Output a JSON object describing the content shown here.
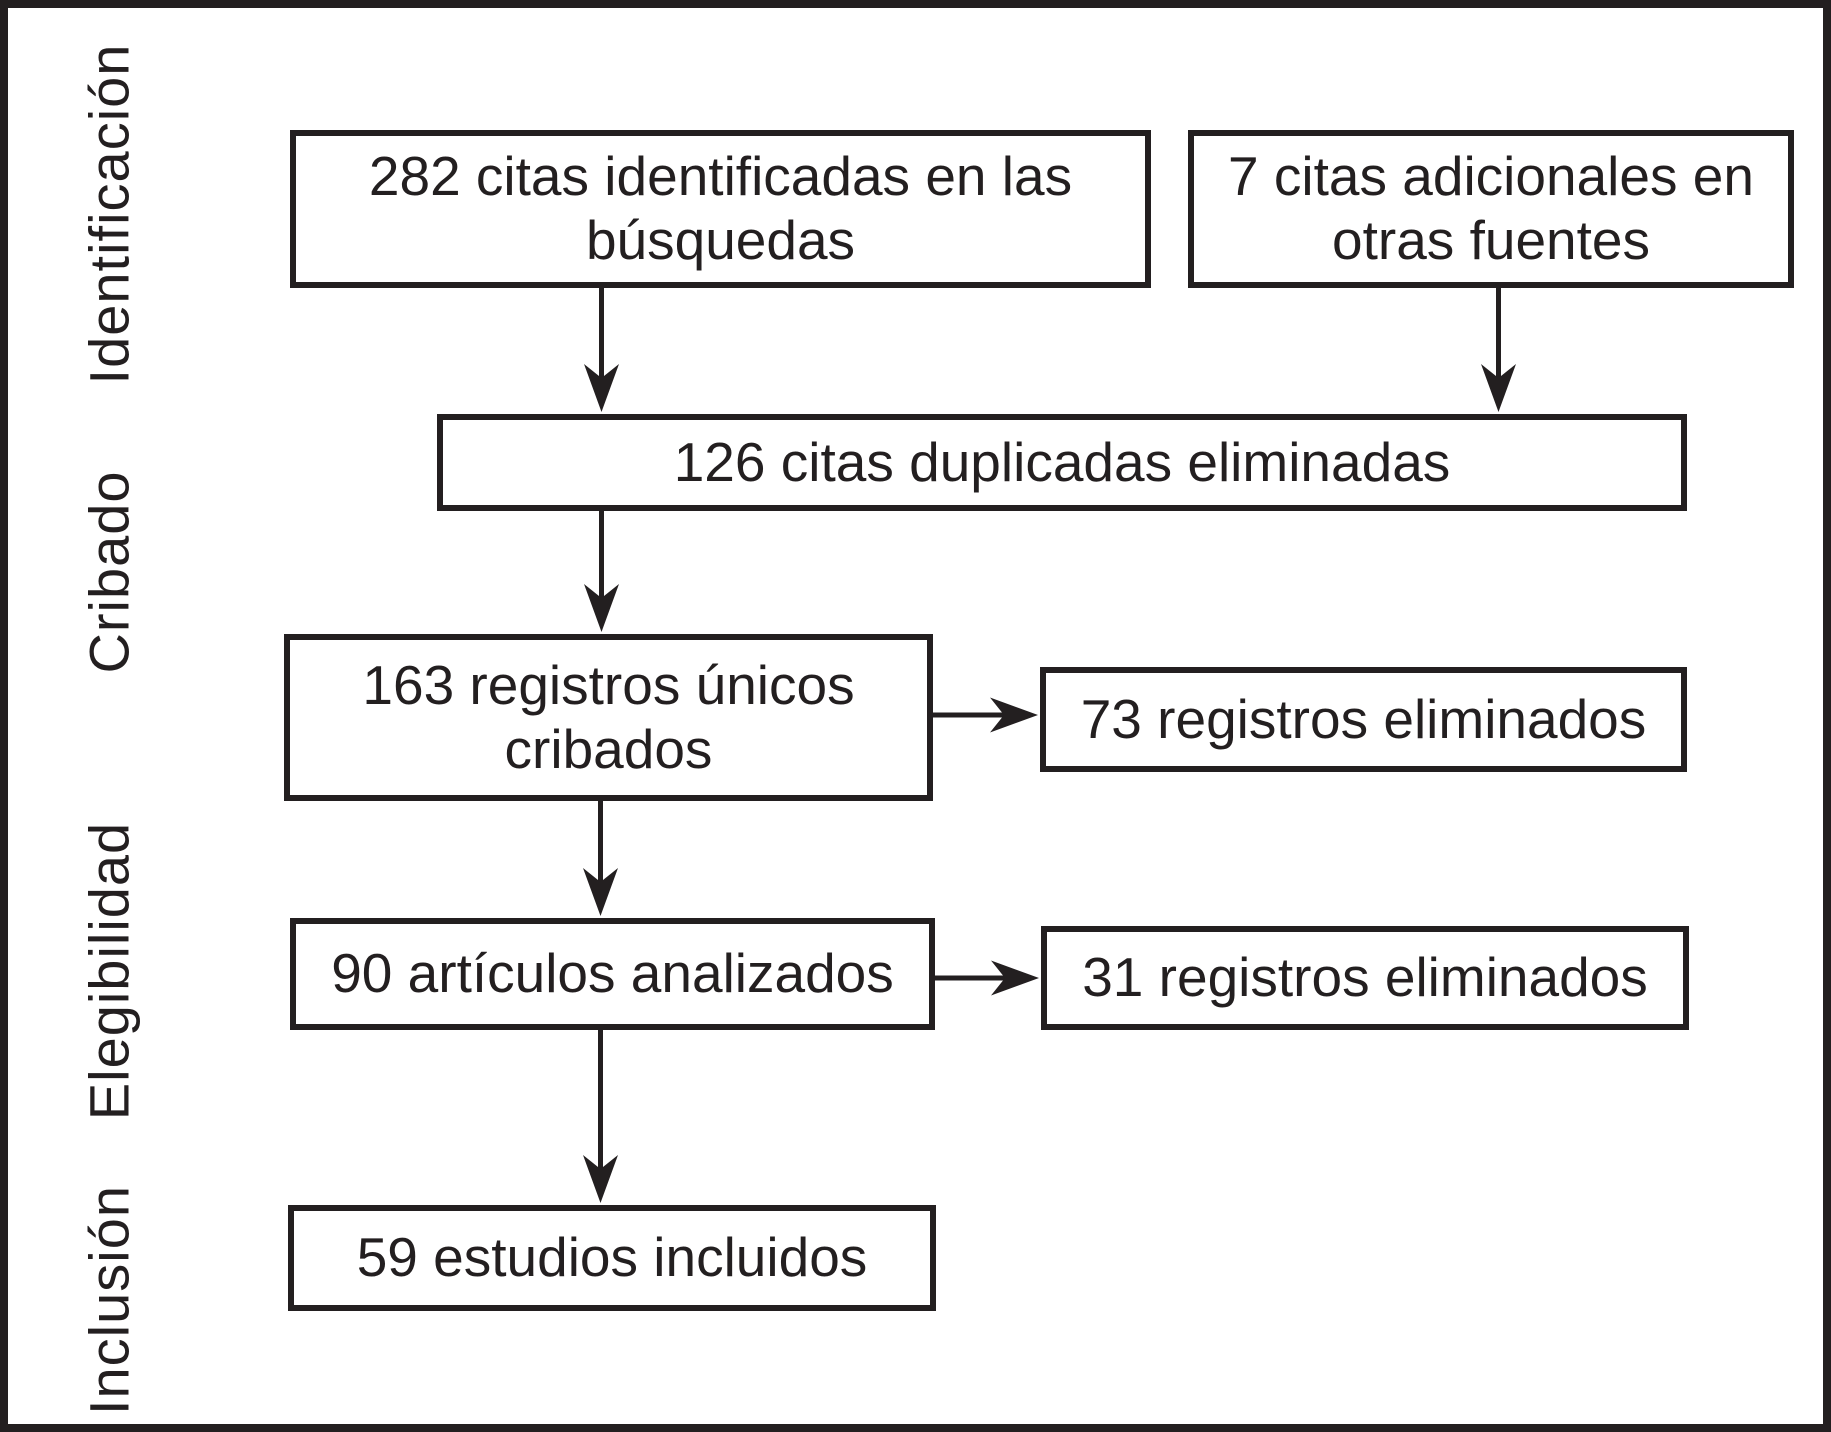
{
  "diagram": {
    "title": "PRISMA flow diagram (Spanish)",
    "stages": [
      {
        "label": "Identificación"
      },
      {
        "label": "Cribado"
      },
      {
        "label": "Elegibilidad"
      },
      {
        "label": "Inclusión"
      }
    ],
    "boxes": {
      "identified": "282 citas identificadas en las búsquedas",
      "additional": "7 citas adicionales en otras fuentes",
      "duplicates_removed": "126 citas duplicadas eliminadas",
      "unique_screened": "163 registros únicos cribados",
      "screening_excluded": "73 registros eliminados",
      "fulltext_assessed": "90 artículos analizados",
      "fulltext_excluded": "31 registros eliminados",
      "included": "59 estudios incluidos"
    },
    "counts": {
      "identified": 282,
      "additional": 7,
      "duplicates_removed": 126,
      "unique_screened": 163,
      "screening_excluded": 73,
      "fulltext_assessed": 90,
      "fulltext_excluded": 31,
      "included": 59
    },
    "colors": {
      "ink": "#231f20",
      "background": "#ffffff"
    }
  }
}
